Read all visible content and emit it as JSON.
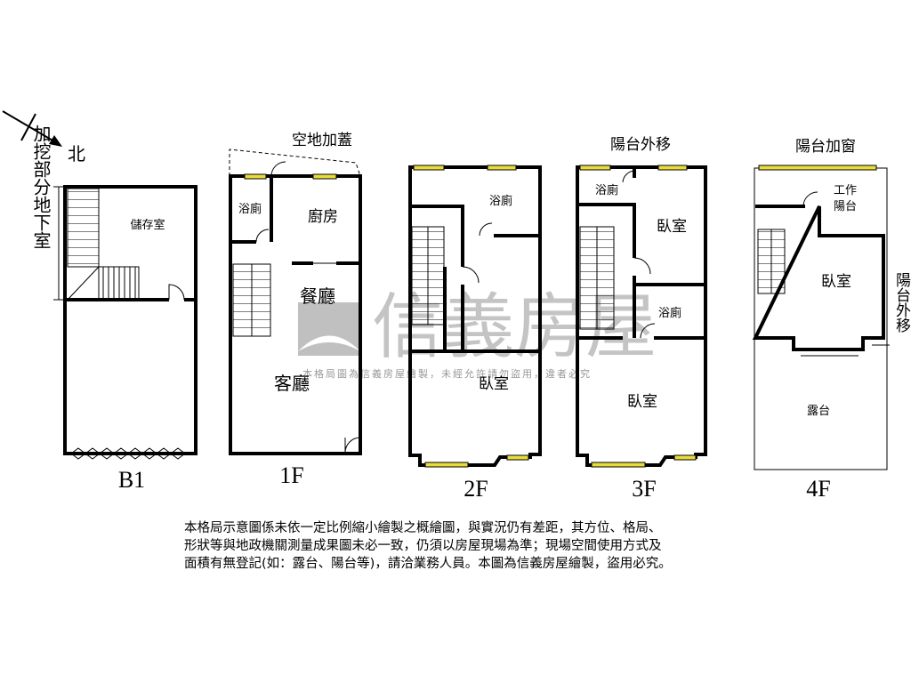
{
  "compass": {
    "north_label": "北"
  },
  "watermark": {
    "brand": "信義房屋",
    "notice": "本格局圖為信義房屋繪製，未經允許請勿盜用，違者必究"
  },
  "floors": {
    "b1": {
      "label": "B1",
      "rooms": [
        "儲存室"
      ],
      "note": "加挖部分地下室"
    },
    "f1": {
      "label": "1F",
      "rooms": [
        "浴廁",
        "廚房",
        "餐廳",
        "客廳"
      ],
      "note": "空地加蓋"
    },
    "f2": {
      "label": "2F",
      "rooms": [
        "浴廁",
        "臥室"
      ]
    },
    "f3": {
      "label": "3F",
      "rooms": [
        "浴廁",
        "臥室",
        "浴廁",
        "臥室"
      ],
      "note": "陽台外移"
    },
    "f4": {
      "label": "4F",
      "rooms": [
        "工作",
        "陽台",
        "臥室",
        "露台"
      ],
      "note": "陽台加窗",
      "note2": "陽台外移"
    }
  },
  "colors": {
    "window": "#e8dc3c",
    "watermark": "#b0b0b0"
  },
  "disclaimer": [
    "本格局示意圖係未依一定比例縮小繪製之概繪圖，與實況仍有差距，其方位、格局、",
    "形狀等與地政機關測量成果圖未必一致，仍須以房屋現場為準；現場空間使用方式及",
    "面積有無登記(如：露台、陽台等)，請洽業務人員。本圖為信義房屋繪製，盜用必究。"
  ]
}
